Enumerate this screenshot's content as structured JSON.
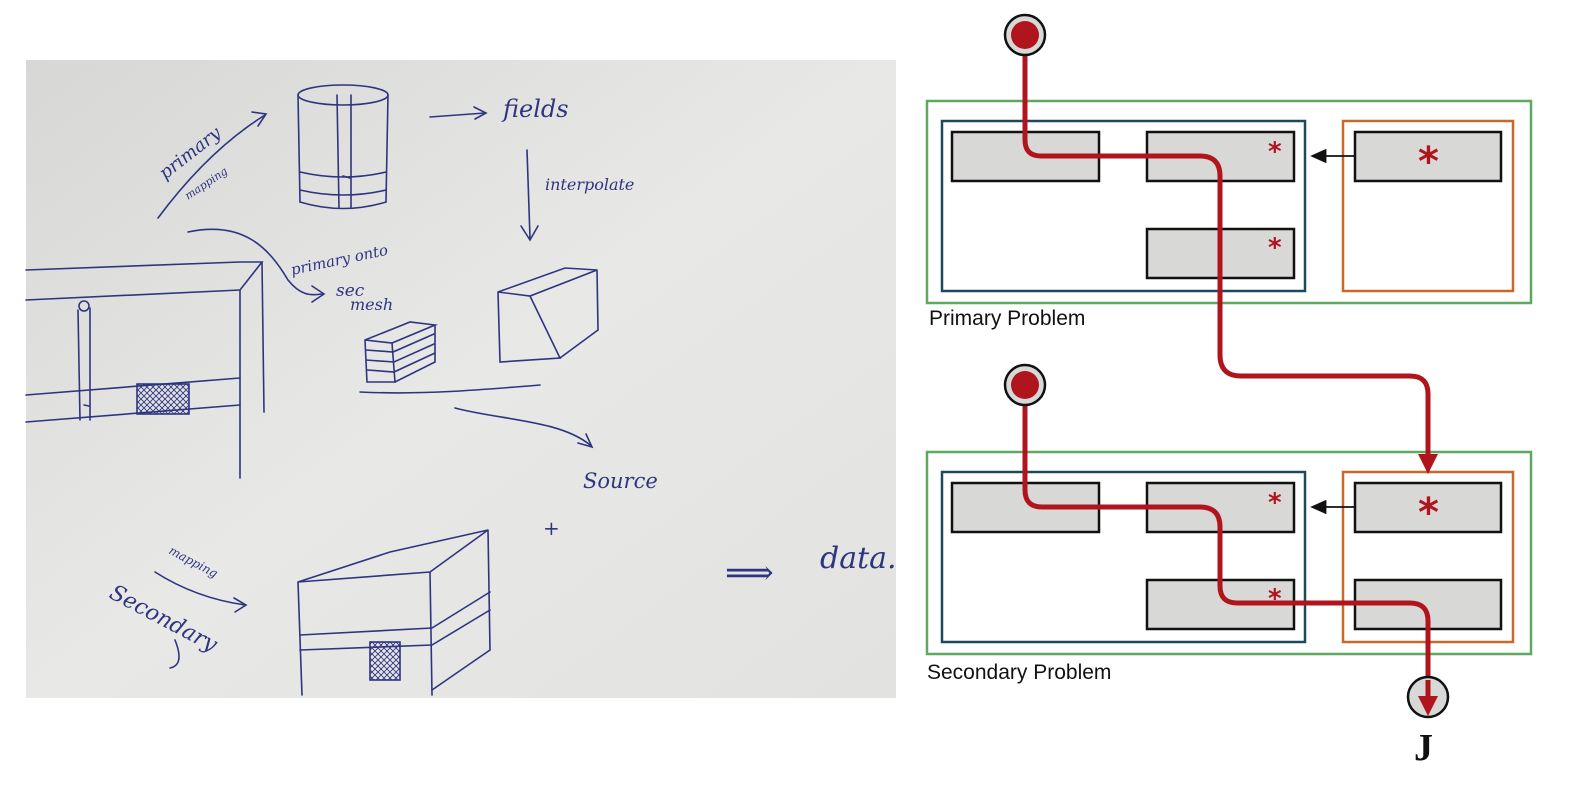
{
  "sketch": {
    "primary_label": "primary",
    "mapping_label_top": "mapping",
    "fields_label": "fields",
    "interpolate_label": "interpolate",
    "primary_onto_label_line1": "primary onto",
    "primary_onto_label_line2": "sec",
    "primary_onto_label_line3": "mesh",
    "source_label": "Source",
    "plus_label": "+",
    "mapping_label_bottom": "mapping",
    "secondary_label": "Secondary",
    "implies_label": "⟹",
    "data_label": "data."
  },
  "diagram": {
    "primary_problem_label": "Primary Problem",
    "secondary_problem_label": "Secondary Problem",
    "objective_label": "J",
    "star_symbol": "*",
    "colors": {
      "outer_box": "#5fa85f",
      "inner_box": "#1d4a5a",
      "side_box": "#c8682a",
      "cell_fill": "#d8d8d6",
      "path": "#b0141c",
      "sketch_ink": "#2e3580",
      "paper": "#e6e6e4"
    }
  }
}
